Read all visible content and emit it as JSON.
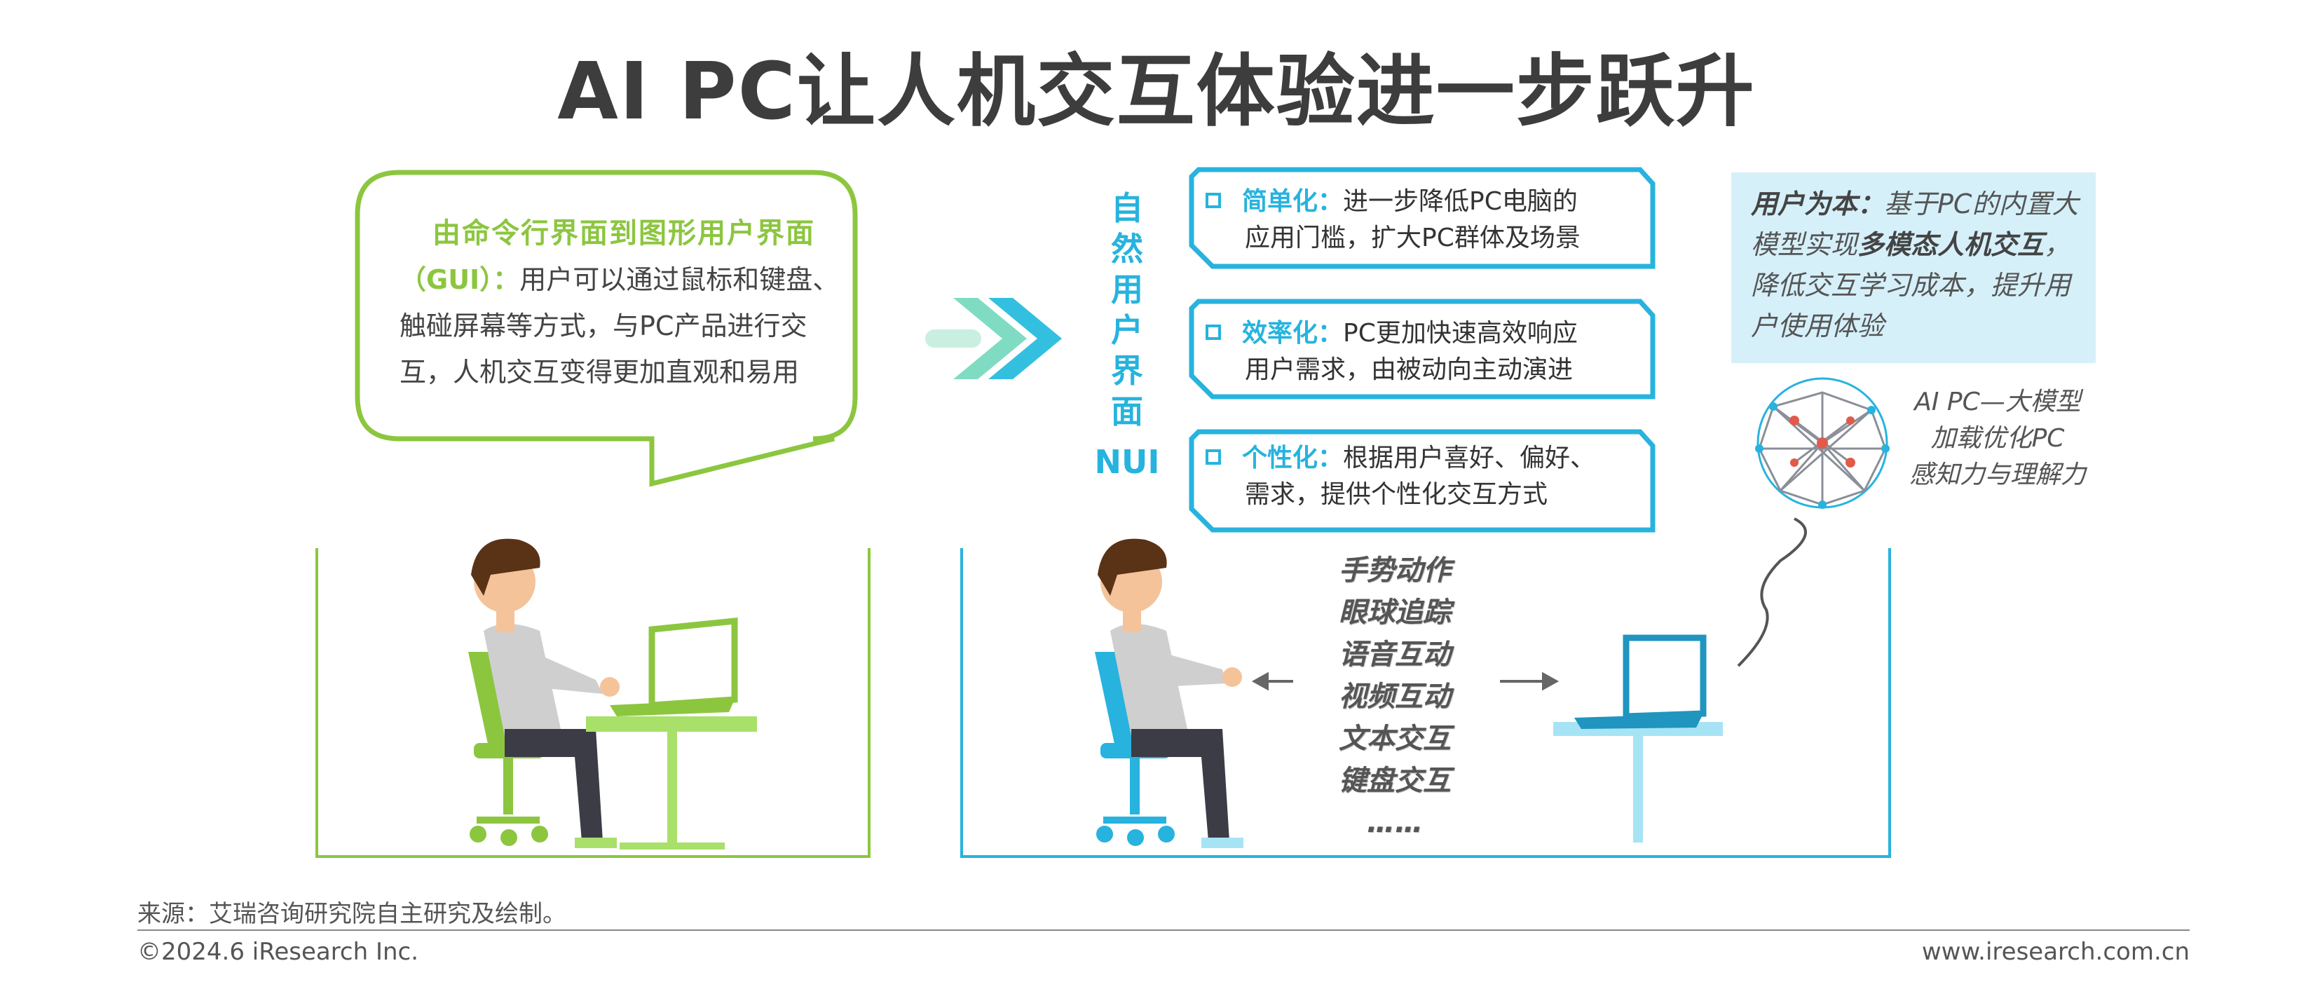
{
  "title": "AI PC让人机交互体验进一步跃升",
  "gui": {
    "title": "由命令行界面到图形用户界面",
    "abbr": "（GUI）：",
    "desc": "用户可以通过鼠标和键盘、触碰屏幕等方式，与PC产品进行交互，人机交互变得更加直观和易用"
  },
  "nui": {
    "vertical": [
      "自",
      "然",
      "用",
      "户",
      "界",
      "面"
    ],
    "abbr": "NUI",
    "features": [
      {
        "key": "简单化：",
        "line1": "进一步降低PC电脑的",
        "line2": "应用门槛，扩大PC群体及场景"
      },
      {
        "key": "效率化：",
        "line1": "PC更加快速高效响应",
        "line2": "用户需求，由被动向主动演进"
      },
      {
        "key": "个性化：",
        "line1": "根据用户喜好、偏好、",
        "line2": "需求，提供个性化交互方式"
      }
    ]
  },
  "note": {
    "bold1": "用户为本：",
    "part1": "基于PC的内置大模型实现",
    "bold2": "多模态人机交互",
    "part2": "，降低交互学习成本，提升用户使用体验"
  },
  "llm": [
    "AI PC—大模型",
    "加载优化PC",
    "感知力与理解力"
  ],
  "modalities": [
    "手势动作",
    "眼球追踪",
    "语音互动",
    "视频互动",
    "文本交互",
    "键盘交互",
    "……"
  ],
  "footer": {
    "source": "来源：艾瑞咨询研究院自主研究及绘制。",
    "copyright": "©2024.6 iResearch Inc.",
    "website": "www.iresearch.com.cn"
  },
  "colors": {
    "green": "#8cc63f",
    "blue": "#27b3de",
    "light_blue": "#d6f0fa"
  }
}
